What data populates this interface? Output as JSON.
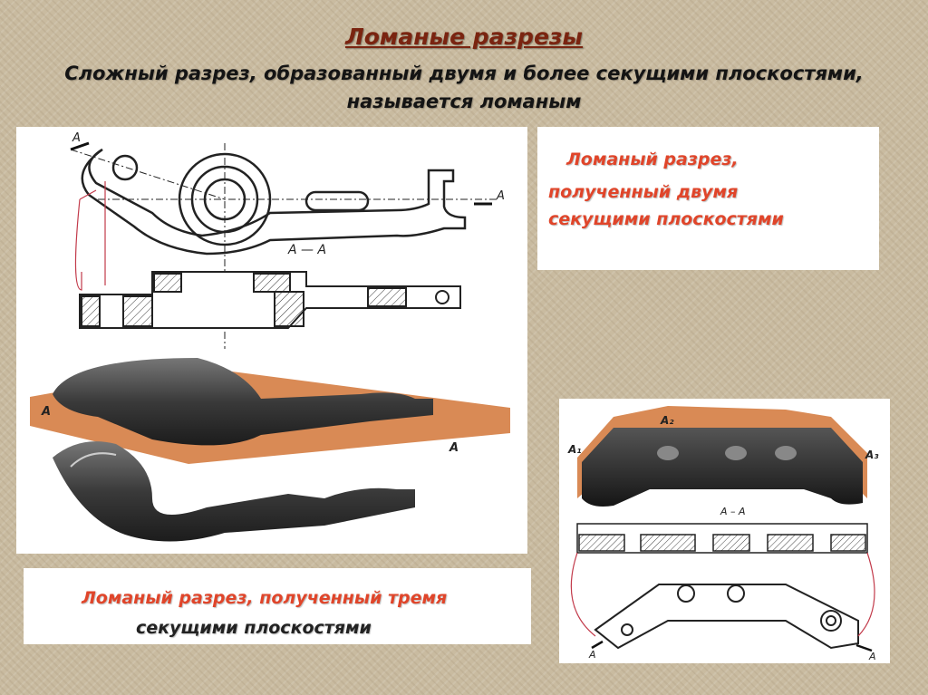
{
  "slide": {
    "title": "Ломаные разрезы",
    "subtitle": "Сложный разрез, образованный двумя и более секущими плоскостями, называется ломаным",
    "caption_two_planes": {
      "line1": "Ломаный разрез,",
      "line2": "полученный двумя",
      "line3": "секущими плоскостями"
    },
    "caption_three_planes": {
      "line1": "Ломаный разрез, полученный тремя",
      "line2": "секущими плоскостями"
    }
  },
  "drawing_left": {
    "label_a_top": "A",
    "label_a_right": "A",
    "section_label": "A — A",
    "plane_label_1": "A",
    "plane_label_2": "A"
  },
  "drawing_right": {
    "label_a1": "A₁",
    "label_a2": "A₂",
    "label_a3": "A₃",
    "section_label": "A – A",
    "label_a_left": "A",
    "label_a_right": "A"
  },
  "colors": {
    "title": "#7a2410",
    "caption_accent": "#e0452a",
    "plane_fill": "#d98a55",
    "section_line": "#c23a4a"
  }
}
